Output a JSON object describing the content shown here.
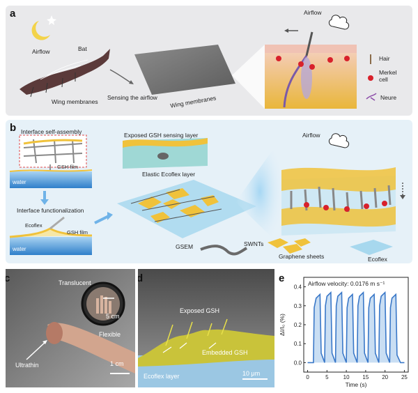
{
  "panel_a": {
    "label": "a",
    "airflow_left": "Airflow",
    "bat": "Bat",
    "wing_membranes_left": "Wing membranes",
    "sensing": "Sensing the airflow",
    "wing_membranes_right": "Wing membranes",
    "airflow_top": "Airflow",
    "legend_hair": "Hair",
    "legend_merkel": "Merkel cell",
    "legend_neure": "Neure"
  },
  "panel_b": {
    "label": "b",
    "self_assembly": "Interface self-assembly",
    "gsh_film_1": "GSH film",
    "water_1": "water",
    "functionalization": "Interface functionalization",
    "ecoflex": "Ecoflex",
    "gsh_film_2": "GSH film",
    "water_2": "water",
    "exposed_layer": "Exposed GSH sensing layer",
    "elastic_layer": "Elastic Ecoflex layer",
    "gsem": "GSEM",
    "swnts": "SWNTs",
    "graphene": "Graphene sheets",
    "ecoflex_right": "Ecoflex",
    "airflow": "Airflow"
  },
  "panel_c": {
    "label": "c",
    "translucent": "Translucent",
    "scale_inset": "5 cm",
    "ultrathin": "Ultrathin",
    "flexible": "Flexible",
    "scale": "1 cm"
  },
  "panel_d": {
    "label": "d",
    "exposed": "Exposed GSH",
    "embedded": "Embedded GSH",
    "ecoflex_layer": "Ecoflex layer",
    "scale": "10 μm"
  },
  "panel_e": {
    "label": "e"
  },
  "colors": {
    "panel_bg_a": "#e9e9eb",
    "panel_bg_b": "#e6f1f8",
    "graphene": "#f0c23b",
    "water": "#3d8ed3",
    "signal": "#3a78c8",
    "merkel": "#d8212b"
  },
  "chart_data": {
    "type": "line",
    "title": "Airflow velocity: 0.0176 m s⁻¹",
    "xlabel": "Time (s)",
    "ylabel": "ΔI/I₀ (%)",
    "xlim": [
      -1,
      26
    ],
    "ylim": [
      -0.05,
      0.45
    ],
    "xticks": [
      0,
      5,
      10,
      15,
      20,
      25
    ],
    "yticks": [
      0.0,
      0.1,
      0.2,
      0.3,
      0.4
    ],
    "ytick_labels": [
      "0.0",
      "0.1",
      "0.2",
      "0.3",
      "0.4"
    ],
    "x": [
      0,
      1.5,
      1.7,
      2.2,
      3.2,
      3.5,
      4.4,
      4.6,
      5.0,
      6.0,
      6.3,
      7.2,
      7.4,
      7.8,
      8.8,
      9.1,
      10.0,
      10.2,
      10.6,
      11.6,
      11.9,
      12.8,
      13.0,
      13.4,
      14.4,
      14.7,
      15.6,
      15.8,
      16.2,
      17.2,
      17.5,
      18.4,
      18.6,
      19.0,
      20.0,
      20.3,
      21.2,
      21.4,
      21.8,
      22.8,
      23.1,
      24.0,
      25.0
    ],
    "values": [
      0.0,
      0.0,
      0.29,
      0.34,
      0.36,
      0.05,
      0.0,
      0.3,
      0.35,
      0.37,
      0.05,
      0.0,
      0.3,
      0.35,
      0.37,
      0.05,
      0.0,
      0.29,
      0.34,
      0.36,
      0.05,
      0.0,
      0.3,
      0.35,
      0.37,
      0.05,
      0.0,
      0.29,
      0.34,
      0.36,
      0.05,
      0.0,
      0.3,
      0.35,
      0.37,
      0.05,
      0.0,
      0.29,
      0.34,
      0.36,
      0.04,
      0.0,
      0.0
    ]
  }
}
